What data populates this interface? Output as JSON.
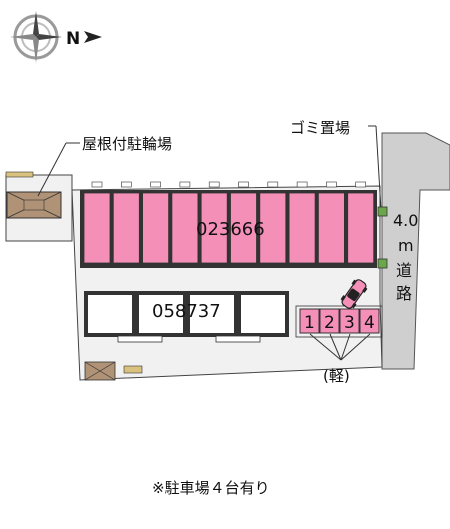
{
  "compass": {
    "north_letter": "N"
  },
  "labels": {
    "bicycle_parking": "屋根付駐輪場",
    "garbage": "ゴミ置場",
    "road_width": "4.0",
    "road_unit": "m",
    "road_word_1": "道",
    "road_word_2": "路",
    "kei": "(軽)"
  },
  "buildings": {
    "north_id": "023666",
    "south_id": "058737"
  },
  "parking": {
    "spaces": [
      "1",
      "2",
      "3",
      "4"
    ],
    "space_color": "#f48fb8"
  },
  "footer": "※駐車場４台有り",
  "colors": {
    "pink": "#f48fb8",
    "site": "#f1f1f1",
    "road": "#cfcfcf",
    "hedge": "#a58a6a",
    "green": "#6aa64a"
  }
}
